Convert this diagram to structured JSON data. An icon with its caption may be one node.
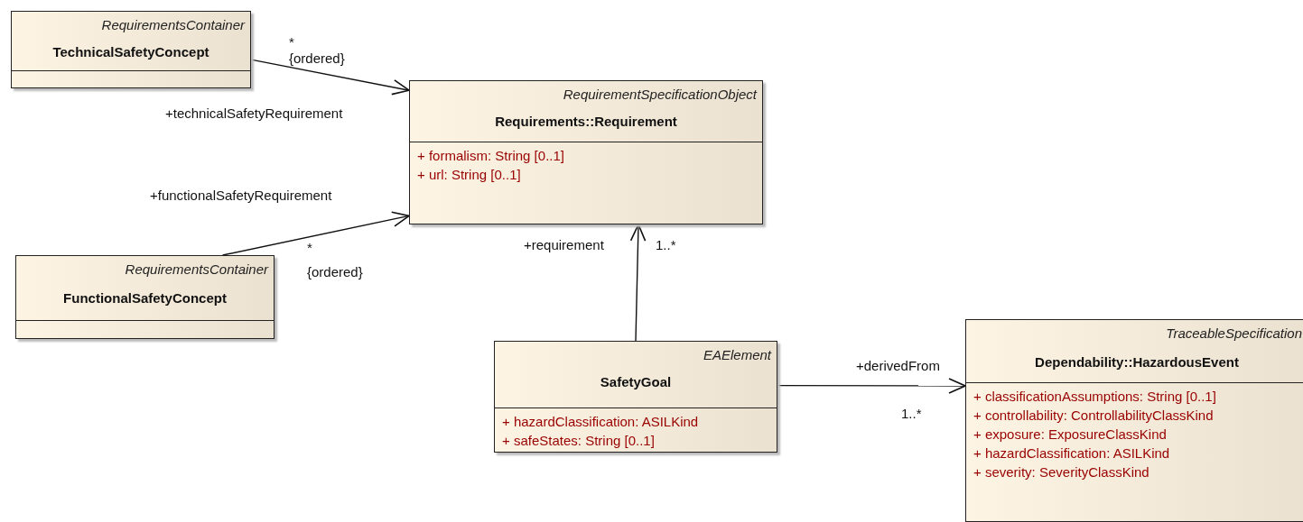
{
  "diagram": {
    "nodes": [
      {
        "text": [
          "RequirementsContainer",
          "TechnicalSafetyConcept"
        ]
      },
      {
        "text": [
          "RequirementSpecificationObject",
          "Requirements::Requirement",
          "+ formalism: String [0..1]",
          "+ url: String [0..1]"
        ]
      },
      {
        "text": [
          "RequirementsContainer",
          "FunctionalSafetyConcept"
        ]
      },
      {
        "text": [
          "EAElement",
          "SafetyGoal",
          "+ hazardClassification: ASILKind",
          "+ safeStates: String [0..1]"
        ]
      },
      {
        "text": [
          "TraceableSpecification",
          "Dependability::HazardousEvent",
          "+ classificationAssumptions: String [0..1]",
          "+ controllability: ControllabilityClassKind",
          "+ exposure: ExposureClassKind",
          "+ hazardClassification: ASILKind",
          "+ severity: SeverityClassKind"
        ]
      }
    ],
    "edges": [
      {
        "from": 0,
        "to": 1,
        "arrow": "to"
      },
      {
        "from": 2,
        "to": 1,
        "arrow": "to"
      },
      {
        "from": 3,
        "to": 1,
        "arrow": "to"
      },
      {
        "from": 3,
        "to": 4,
        "arrow": "to"
      }
    ],
    "labels": [
      "*",
      "{ordered}",
      "+technicalSafetyRequirement",
      "+functionalSafetyRequirement",
      "*",
      "{ordered}",
      "+requirement",
      "1..*",
      "+derivedFrom",
      "1..*"
    ]
  }
}
